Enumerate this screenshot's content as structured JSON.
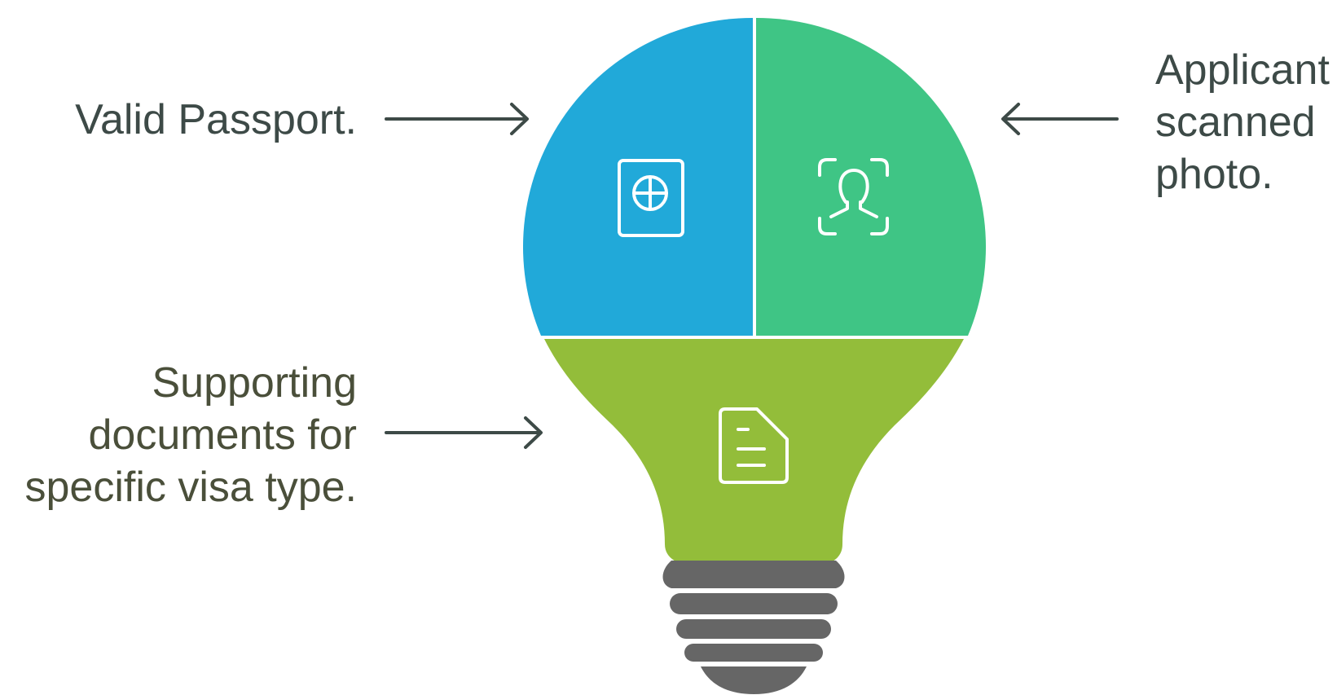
{
  "diagram": {
    "sections": [
      {
        "id": "passport",
        "label_lines": [
          "Valid Passport."
        ],
        "icon": "passport-icon",
        "color": "#21a9d9"
      },
      {
        "id": "photo",
        "label_lines": [
          "Applicant",
          "scanned",
          "photo."
        ],
        "icon": "face-scan-icon",
        "color": "#3fc585"
      },
      {
        "id": "supporting",
        "label_lines": [
          "Supporting",
          "documents for",
          "specific visa type."
        ],
        "icon": "document-icon",
        "color": "#93bd3a"
      }
    ],
    "base_color": "#666666",
    "arrow_color": "#3d4a47"
  }
}
